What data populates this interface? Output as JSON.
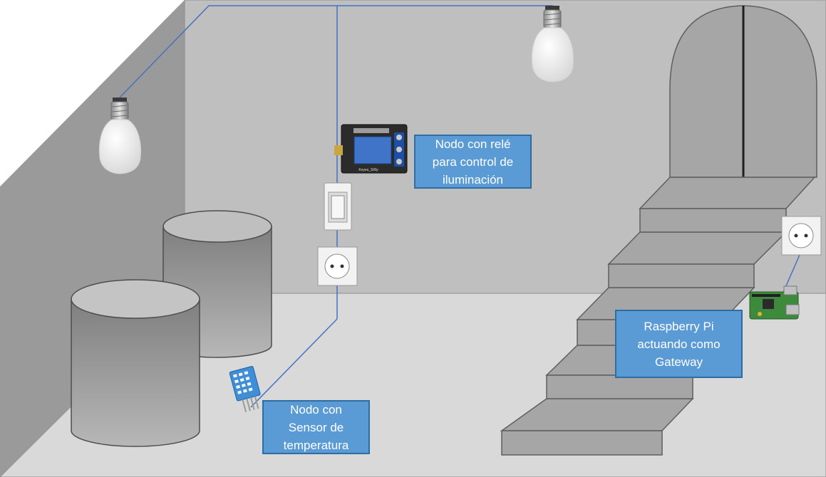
{
  "callouts": {
    "relay": [
      "Nodo con relé",
      "para control de",
      "iluminación"
    ],
    "raspberry": [
      "Raspberry Pi",
      "actuando como",
      "Gateway"
    ],
    "sensor": [
      "Nodo con",
      "Sensor de",
      "temperatura"
    ]
  },
  "relay_board": {
    "model_text": "Keyes_SRly"
  },
  "colors": {
    "wire": "#4472c4",
    "callout_fill": "#5b9bd5",
    "callout_border": "#2e6da4",
    "wall": "#bfbfbf",
    "floor": "#d9d9d9",
    "side_wall": "#8c8c8c"
  }
}
